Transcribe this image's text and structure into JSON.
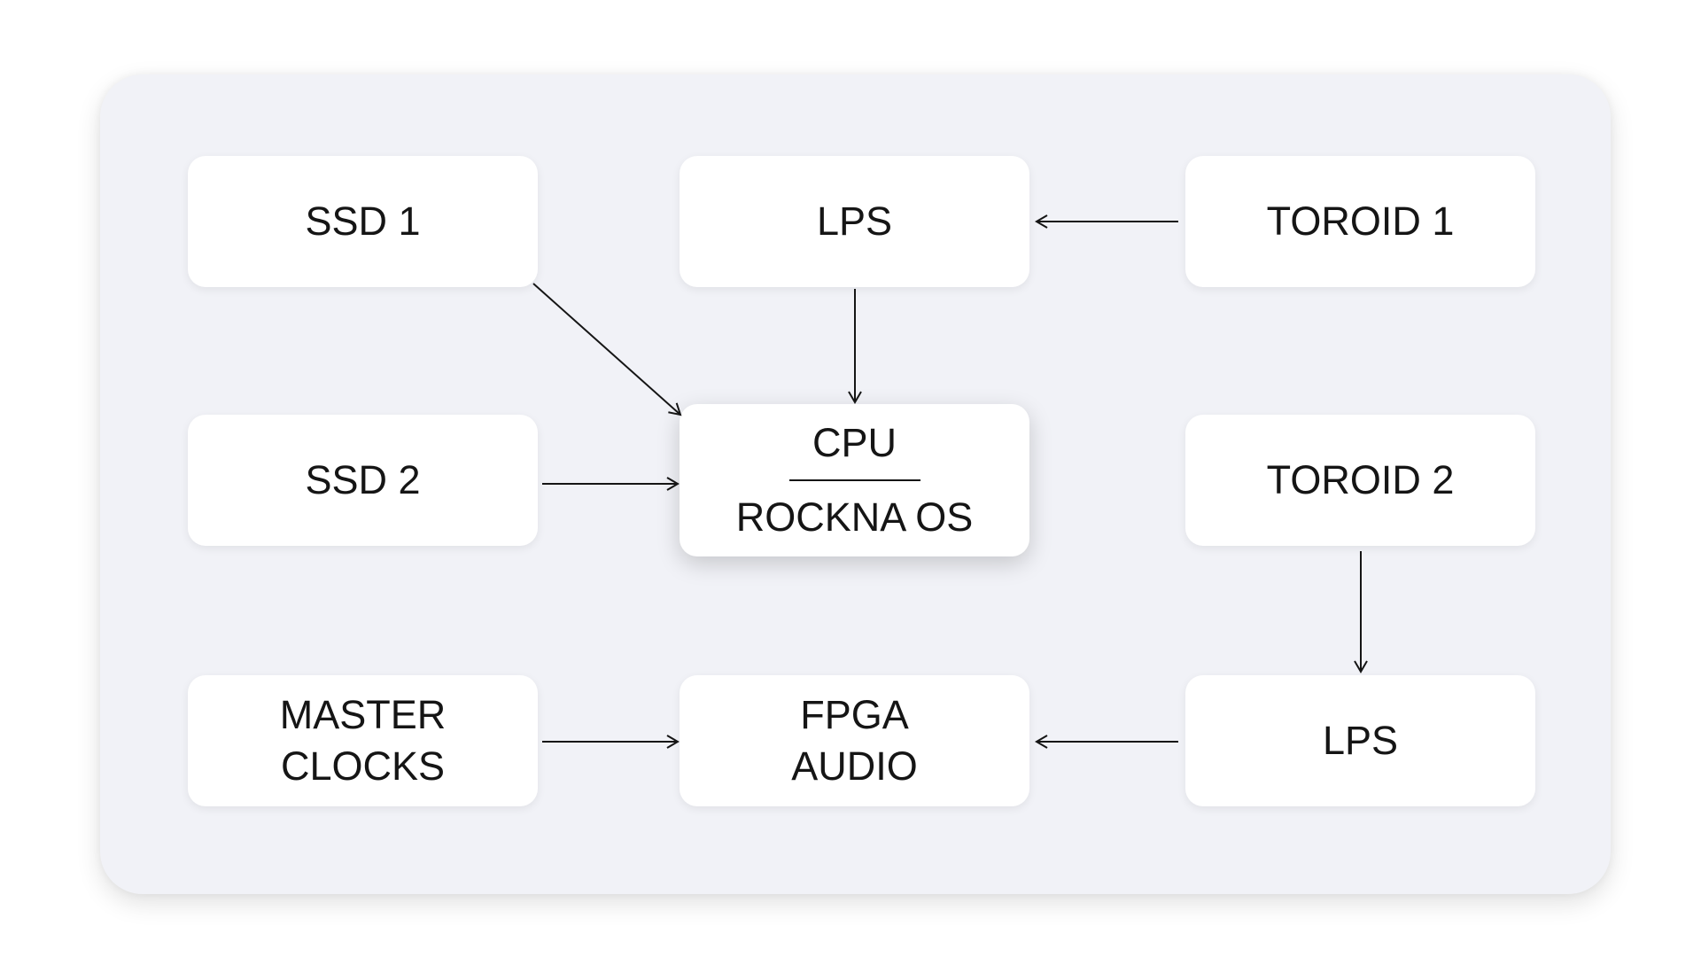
{
  "diagram": {
    "nodes": {
      "ssd1": "SSD 1",
      "lps_top": "LPS",
      "toroid1": "TOROID 1",
      "ssd2": "SSD 2",
      "cpu": "CPU",
      "rockna_os": "ROCKNA OS",
      "toroid2": "TOROID 2",
      "master_clocks_line1": "MASTER",
      "master_clocks_line2": "CLOCKS",
      "fpga_line1": "FPGA",
      "fpga_line2": "AUDIO",
      "lps_bottom": "LPS"
    },
    "edges": [
      {
        "from": "toroid1",
        "to": "lps_top"
      },
      {
        "from": "lps_top",
        "to": "cpu"
      },
      {
        "from": "ssd1",
        "to": "cpu"
      },
      {
        "from": "ssd2",
        "to": "cpu"
      },
      {
        "from": "toroid2",
        "to": "lps_bottom"
      },
      {
        "from": "lps_bottom",
        "to": "fpga"
      },
      {
        "from": "master_clocks",
        "to": "fpga"
      }
    ]
  }
}
